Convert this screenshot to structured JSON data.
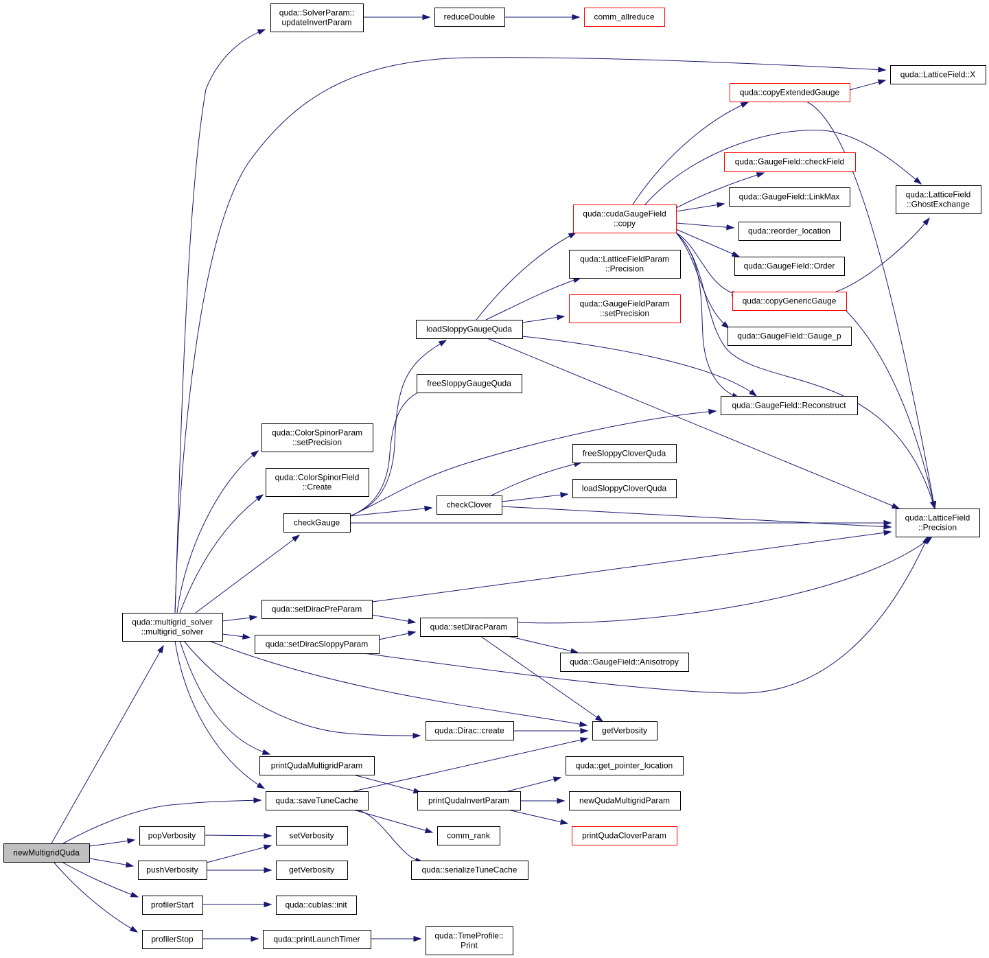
{
  "colors": {
    "edge": "#191970",
    "node_border": "#000000",
    "truncated_border": "#ff0000",
    "root_fill": "#bfbfbf"
  },
  "nodes": [
    {
      "id": "newMultigridQuda",
      "lines": [
        "newMultigridQuda"
      ],
      "style": "root"
    },
    {
      "id": "multigrid_solver",
      "lines": [
        "quda::multigrid_solver",
        "::multigrid_solver"
      ]
    },
    {
      "id": "popVerbosity",
      "lines": [
        "popVerbosity"
      ]
    },
    {
      "id": "pushVerbosity",
      "lines": [
        "pushVerbosity"
      ]
    },
    {
      "id": "profilerStart",
      "lines": [
        "profilerStart"
      ]
    },
    {
      "id": "profilerStop",
      "lines": [
        "profilerStop"
      ]
    },
    {
      "id": "saveTuneCache",
      "lines": [
        "quda::saveTuneCache"
      ]
    },
    {
      "id": "updateInvertParam",
      "lines": [
        "quda::SolverParam::",
        "updateInvertParam"
      ]
    },
    {
      "id": "cspSetPrecision",
      "lines": [
        "quda::ColorSpinorParam",
        "::setPrecision"
      ]
    },
    {
      "id": "csfCreate",
      "lines": [
        "quda::ColorSpinorField",
        "::Create"
      ]
    },
    {
      "id": "checkGauge",
      "lines": [
        "checkGauge"
      ]
    },
    {
      "id": "setDiracPreParam",
      "lines": [
        "quda::setDiracPreParam"
      ]
    },
    {
      "id": "setDiracSloppyParam",
      "lines": [
        "quda::setDiracSloppyParam"
      ]
    },
    {
      "id": "printQudaMultigridParam",
      "lines": [
        "printQudaMultigridParam"
      ]
    },
    {
      "id": "setVerbosity",
      "lines": [
        "setVerbosity"
      ]
    },
    {
      "id": "getVerbosity2",
      "lines": [
        "getVerbosity"
      ]
    },
    {
      "id": "cublasInit",
      "lines": [
        "quda::cublas::init"
      ]
    },
    {
      "id": "printLaunchTimer",
      "lines": [
        "quda::printLaunchTimer"
      ]
    },
    {
      "id": "reduceDouble",
      "lines": [
        "reduceDouble"
      ]
    },
    {
      "id": "commAllreduce",
      "lines": [
        "comm_allreduce"
      ],
      "style": "red"
    },
    {
      "id": "loadSloppyGaugeQuda",
      "lines": [
        "loadSloppyGaugeQuda"
      ]
    },
    {
      "id": "freeSloppyGaugeQuda",
      "lines": [
        "freeSloppyGaugeQuda"
      ]
    },
    {
      "id": "checkClover",
      "lines": [
        "checkClover"
      ]
    },
    {
      "id": "setDiracParam",
      "lines": [
        "quda::setDiracParam"
      ]
    },
    {
      "id": "diracCreate",
      "lines": [
        "quda::Dirac::create"
      ]
    },
    {
      "id": "printQudaInvertParam",
      "lines": [
        "printQudaInvertParam"
      ]
    },
    {
      "id": "commRank",
      "lines": [
        "comm_rank"
      ]
    },
    {
      "id": "serializeTuneCache",
      "lines": [
        "quda::serializeTuneCache"
      ]
    },
    {
      "id": "timeProfilePrint",
      "lines": [
        "quda::TimeProfile::",
        "Print"
      ]
    },
    {
      "id": "cudaGaugeCopy",
      "lines": [
        "quda::cudaGaugeField",
        "::copy"
      ],
      "style": "red"
    },
    {
      "id": "lfpPrecision",
      "lines": [
        "quda::LatticeFieldParam",
        "::Precision"
      ]
    },
    {
      "id": "gfpSetPrecision",
      "lines": [
        "quda::GaugeFieldParam",
        "::setPrecision"
      ],
      "style": "red"
    },
    {
      "id": "freeSloppyCloverQuda",
      "lines": [
        "freeSloppyCloverQuda"
      ]
    },
    {
      "id": "loadSloppyCloverQuda",
      "lines": [
        "loadSloppyCloverQuda"
      ]
    },
    {
      "id": "anisotropy",
      "lines": [
        "quda::GaugeField::Anisotropy"
      ]
    },
    {
      "id": "getVerbosity1",
      "lines": [
        "getVerbosity"
      ]
    },
    {
      "id": "getPointerLocation",
      "lines": [
        "quda::get_pointer_location"
      ]
    },
    {
      "id": "newQudaMultigridParam",
      "lines": [
        "newQudaMultigridParam"
      ]
    },
    {
      "id": "printQudaCloverParam",
      "lines": [
        "printQudaCloverParam"
      ],
      "style": "red"
    },
    {
      "id": "copyExtendedGauge",
      "lines": [
        "quda::copyExtendedGauge"
      ],
      "style": "red"
    },
    {
      "id": "checkField",
      "lines": [
        "quda::GaugeField::checkField"
      ],
      "style": "red"
    },
    {
      "id": "linkMax",
      "lines": [
        "quda::GaugeField::LinkMax"
      ]
    },
    {
      "id": "reorderLocation",
      "lines": [
        "quda::reorder_location"
      ]
    },
    {
      "id": "order",
      "lines": [
        "quda::GaugeField::Order"
      ]
    },
    {
      "id": "copyGenericGauge",
      "lines": [
        "quda::copyGenericGauge"
      ],
      "style": "red"
    },
    {
      "id": "gaugeP",
      "lines": [
        "quda::GaugeField::Gauge_p"
      ]
    },
    {
      "id": "reconstruct",
      "lines": [
        "quda::GaugeField::Reconstruct"
      ]
    },
    {
      "id": "lfX",
      "lines": [
        "quda::LatticeField::X"
      ]
    },
    {
      "id": "ghostExchange",
      "lines": [
        "quda::LatticeField",
        "::GhostExchange"
      ]
    },
    {
      "id": "lfPrecision",
      "lines": [
        "quda::LatticeField",
        "::Precision"
      ]
    }
  ]
}
